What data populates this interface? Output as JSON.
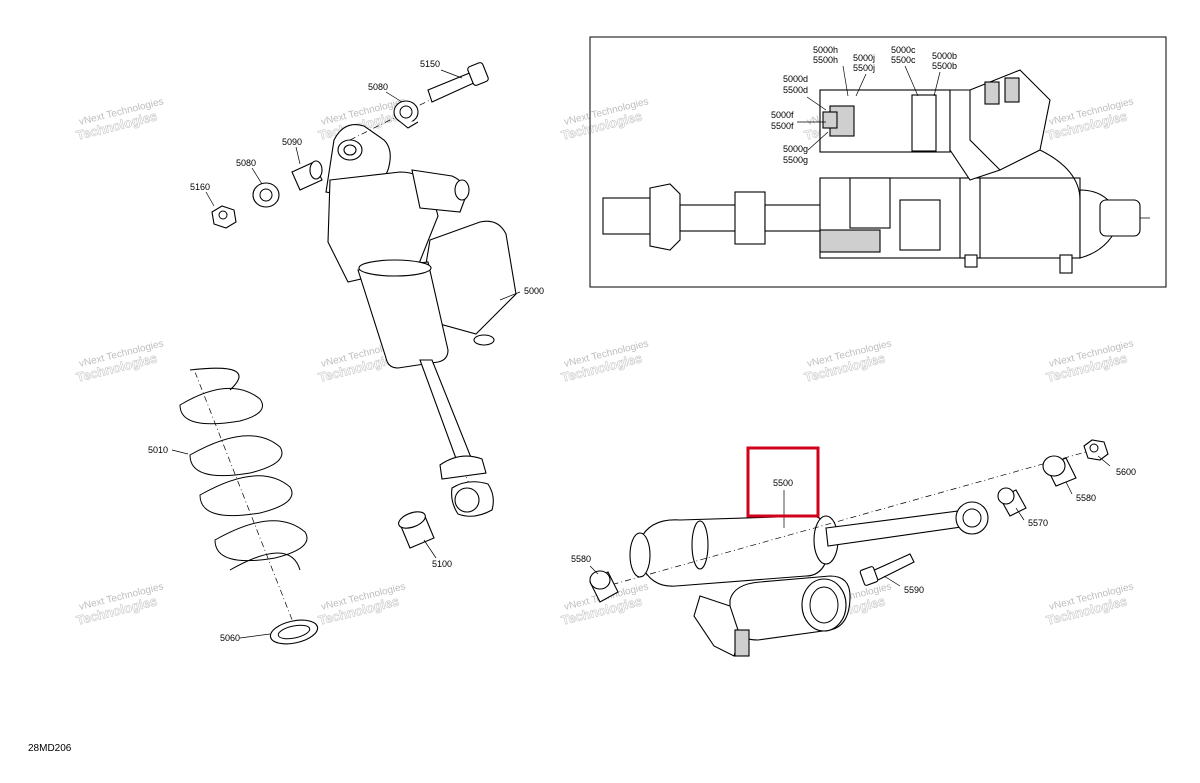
{
  "diagram": {
    "code": "28MD206",
    "watermark": {
      "line1": "vNext Technologies",
      "line2": "Technologies"
    },
    "highlight_color": "#d0021b",
    "labels": {
      "l5150": "5150",
      "l5080a": "5080",
      "l5090": "5090",
      "l5080b": "5080",
      "l5160": "5160",
      "l5000": "5000",
      "l5010": "5010",
      "l5100": "5100",
      "l5060": "5060",
      "l5500": "5500",
      "l5600": "5600",
      "l5580a": "5580",
      "l5570": "5570",
      "l5580b": "5580",
      "l5590": "5590"
    },
    "inset_labels": {
      "h": "5000h",
      "h2": "5500h",
      "j": "5000j",
      "j2": "5500j",
      "c": "5000c",
      "c2": "5500c",
      "b": "5000b",
      "b2": "5500b",
      "d": "5000d",
      "d2": "5500d",
      "f": "5000f",
      "f2": "5500f",
      "g": "5000g",
      "g2": "5500g"
    }
  }
}
